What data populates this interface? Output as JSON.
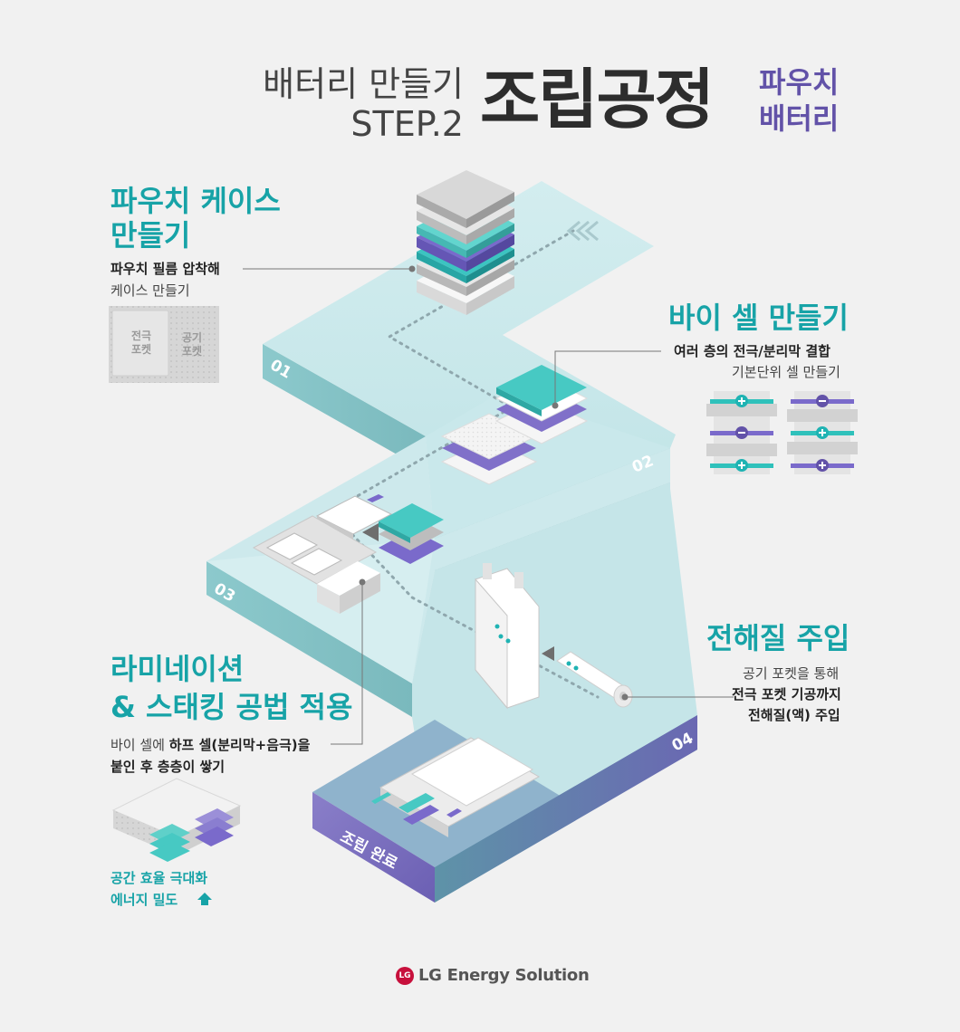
{
  "header": {
    "line1": "배터리 만들기",
    "line2": "STEP.2",
    "main": "조립공정",
    "sub1": "파우치",
    "sub2": "배터리"
  },
  "step1": {
    "title1": "파우치 케이스",
    "title2": "만들기",
    "desc_bold": "파우치 필름 압착해",
    "desc": "케이스 만들기",
    "pocket_electrode1": "전극",
    "pocket_electrode2": "포켓",
    "pocket_air1": "공기",
    "pocket_air2": "포켓",
    "number": "01"
  },
  "step2": {
    "title": "바이 셀 만들기",
    "desc_bold": "여러 층의 전극/분리막 결합",
    "desc": "기본단위 셀 만들기",
    "number": "02"
  },
  "step3": {
    "title1": "라미네이션",
    "title2": "& 스태킹 공법 적용",
    "desc_a": "바이 셀에 ",
    "desc_b": "하프 셀(분리막+음극)을",
    "desc_c": "붙인 후 층층이 쌓기",
    "note1": "공간 효율 극대화",
    "note2": "에너지 밀도",
    "number": "03"
  },
  "step4": {
    "title": "전해질 주입",
    "desc": "공기 포켓을 통해",
    "desc_bold1": "전극 포켓 기공까지",
    "desc_bold2": "전해질(액) 주입",
    "number": "04"
  },
  "final": {
    "label": "조립 완료"
  },
  "footer": {
    "logo_mark": "LG",
    "brand": "LG Energy Solution"
  },
  "colors": {
    "teal": "#17a3a7",
    "purple": "#6252a8",
    "path_top": "#cdeaec",
    "path_side": "#7fc3c7"
  }
}
